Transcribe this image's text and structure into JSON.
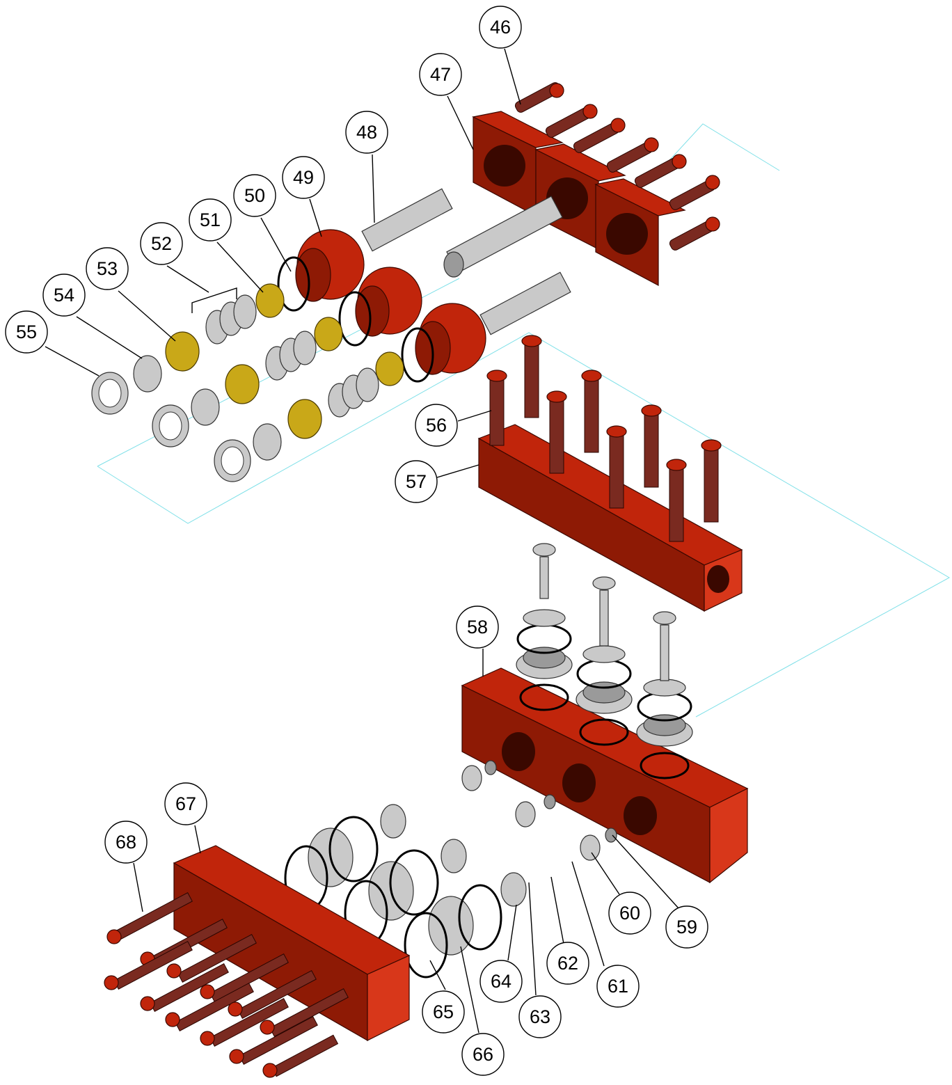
{
  "diagram": {
    "callouts": [
      {
        "id": "46",
        "label": "46"
      },
      {
        "id": "47",
        "label": "47"
      },
      {
        "id": "48",
        "label": "48"
      },
      {
        "id": "49",
        "label": "49"
      },
      {
        "id": "50",
        "label": "50"
      },
      {
        "id": "51",
        "label": "51"
      },
      {
        "id": "52",
        "label": "52"
      },
      {
        "id": "53",
        "label": "53"
      },
      {
        "id": "54",
        "label": "54"
      },
      {
        "id": "55",
        "label": "55"
      },
      {
        "id": "56",
        "label": "56"
      },
      {
        "id": "57",
        "label": "57"
      },
      {
        "id": "58",
        "label": "58"
      },
      {
        "id": "59",
        "label": "59"
      },
      {
        "id": "60",
        "label": "60"
      },
      {
        "id": "61",
        "label": "61"
      },
      {
        "id": "62",
        "label": "62"
      },
      {
        "id": "63",
        "label": "63"
      },
      {
        "id": "64",
        "label": "64"
      },
      {
        "id": "65",
        "label": "65"
      },
      {
        "id": "66",
        "label": "66"
      },
      {
        "id": "67",
        "label": "67"
      },
      {
        "id": "68",
        "label": "68"
      }
    ],
    "colors": {
      "body_red": "#c1250b",
      "steel": "#c9c9c9",
      "brass": "#c9a818",
      "bolt": "#7a2a20",
      "guide_line": "#7fe0e8"
    }
  }
}
